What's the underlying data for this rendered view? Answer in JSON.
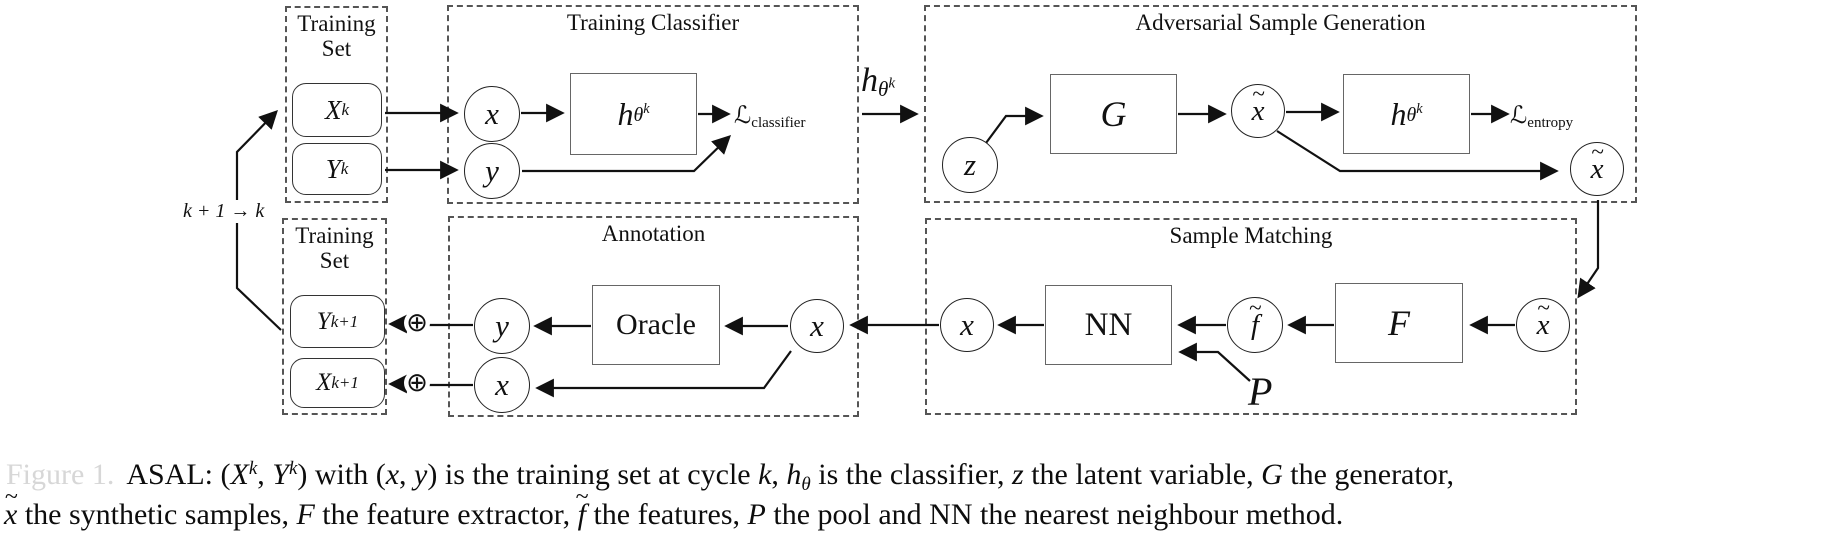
{
  "groups": {
    "training_set_top": {
      "title_line1": "Training",
      "title_line2": "Set"
    },
    "training_classifier": {
      "title": "Training Classifier"
    },
    "adversarial": {
      "title": "Adversarial Sample Generation"
    },
    "sample_matching": {
      "title": "Sample Matching"
    },
    "annotation": {
      "title": "Annotation"
    },
    "training_set_bottom": {
      "title_line1": "Training",
      "title_line2": "Set"
    }
  },
  "nodes": {
    "xk": {
      "base": "X",
      "sup": "k"
    },
    "yk": {
      "base": "Y",
      "sup": "k"
    },
    "yk1": {
      "base": "Y",
      "sup": "k+1"
    },
    "xk1": {
      "base": "X",
      "sup": "k+1"
    },
    "x": "x",
    "y": "y",
    "z": "z",
    "g": "G",
    "f_extractor": "F",
    "nn": "NN",
    "oracle": "Oracle",
    "h": {
      "base": "h",
      "sub": "θ",
      "subsup": "k"
    },
    "loss_classifier": {
      "script": "ℒ",
      "sub": "classifier"
    },
    "loss_entropy": {
      "script": "ℒ",
      "sub": "entropy"
    },
    "x_tilde": {
      "base": "x",
      "accent": "~"
    },
    "f_tilde": {
      "base": "f",
      "accent": "~"
    },
    "pool": "P",
    "cycle_label": "k + 1 → k"
  },
  "icons": {
    "merge_icon": "⊕"
  },
  "colors": {
    "line": "#111111",
    "dash_border": "#555555",
    "box_border": "#666666",
    "faint_text": "#d7d7d7"
  },
  "caption": {
    "accent": "~",
    "line1": [
      {
        "t": "Figure 1.",
        "s": "faint"
      },
      {
        "t": "ASAL: (",
        "s": "r"
      },
      {
        "t": "X",
        "s": "i"
      },
      {
        "t": "k",
        "s": "isup"
      },
      {
        "t": ", ",
        "s": "r"
      },
      {
        "t": "Y",
        "s": "i"
      },
      {
        "t": "k",
        "s": "isup"
      },
      {
        "t": ") with (",
        "s": "r"
      },
      {
        "t": "x",
        "s": "i"
      },
      {
        "t": ", ",
        "s": "r"
      },
      {
        "t": "y",
        "s": "i"
      },
      {
        "t": ") is the training set at cycle ",
        "s": "r"
      },
      {
        "t": "k",
        "s": "i"
      },
      {
        "t": ", ",
        "s": "r"
      },
      {
        "t": "h",
        "s": "i"
      },
      {
        "t": "θ",
        "s": "isub"
      },
      {
        "t": " is the classifier, ",
        "s": "r"
      },
      {
        "t": "z",
        "s": "i"
      },
      {
        "t": " the latent variable, ",
        "s": "r"
      },
      {
        "t": "G",
        "s": "i"
      },
      {
        "t": " the generator,",
        "s": "r"
      }
    ],
    "line2": [
      {
        "t": "x",
        "s": "itilde"
      },
      {
        "t": " the synthetic samples, ",
        "s": "r"
      },
      {
        "t": "F",
        "s": "i"
      },
      {
        "t": " the feature extractor, ",
        "s": "r"
      },
      {
        "t": "f",
        "s": "itilde"
      },
      {
        "t": " the features, ",
        "s": "r"
      },
      {
        "t": "P",
        "s": "iscript"
      },
      {
        "t": " the pool and NN the nearest neighbour method.",
        "s": "r"
      }
    ]
  }
}
